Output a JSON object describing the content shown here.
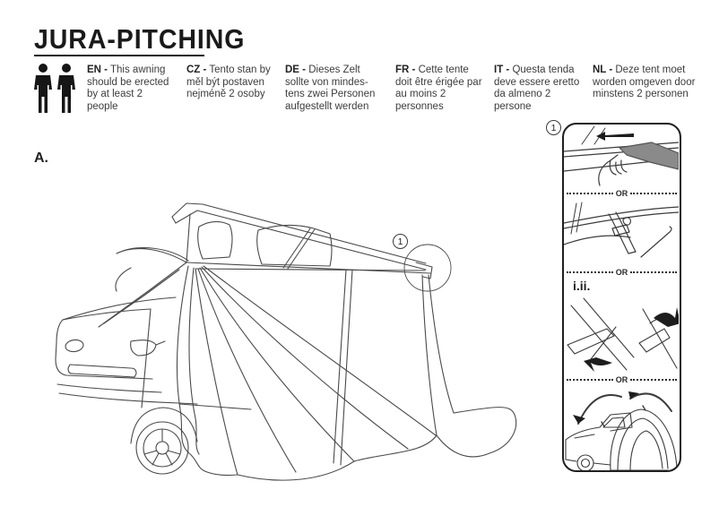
{
  "header": {
    "title": "JURA-PITCHING"
  },
  "instructions": [
    {
      "code": "EN -",
      "text": "This awning should be erected by at least 2 people"
    },
    {
      "code": "CZ -",
      "text": "Tento stan by měl být postaven nejméně 2 osoby"
    },
    {
      "code": "DE -",
      "text": "Dieses Zelt sollte von mindes-tens zwei Personen aufgestellt werden"
    },
    {
      "code": "FR -",
      "text": "Cette tente doit être érigée par au moins 2 personnes"
    },
    {
      "code": "IT -",
      "text": "Questa tenda deve essere eretto da almeno 2 persone"
    },
    {
      "code": "NL -",
      "text": "Deze tent moet worden omgeven door minstens 2 personen"
    }
  ],
  "diagram": {
    "section_label": "A.",
    "callout_number": "1"
  },
  "panel": {
    "step_number": "1",
    "separator_label": "OR",
    "substep_label": "i.ii."
  },
  "colors": {
    "ink": "#1a1a1a",
    "line": "#4a4a4a",
    "gray_fill": "#8a8a8a"
  }
}
